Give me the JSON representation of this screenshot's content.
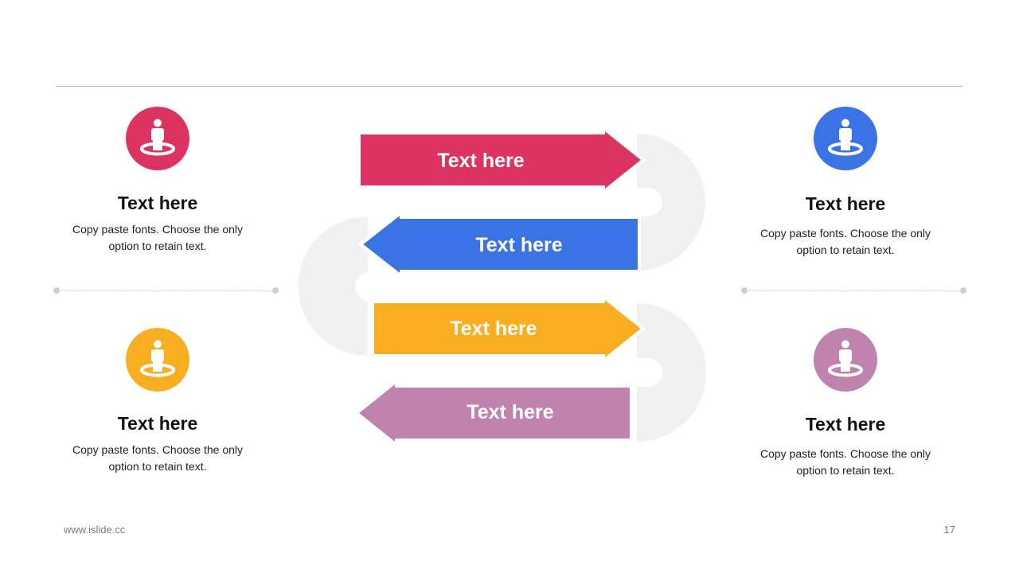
{
  "colors": {
    "red": "#DC3360",
    "blue": "#3A73E4",
    "orange": "#F9AD21",
    "purple": "#BF83AE",
    "track": "#F1F1F1"
  },
  "cards": [
    {
      "title": "Text here",
      "desc_line1": "Copy paste fonts. Choose the only",
      "desc_line2": "option to retain text.",
      "icon": "person-on-ring-icon"
    },
    {
      "title": "Text here",
      "desc_line1": "Copy paste fonts. Choose the only",
      "desc_line2": "option to retain text.",
      "icon": "person-on-ring-icon"
    },
    {
      "title": "Text here",
      "desc_line1": "Copy paste fonts. Choose the only",
      "desc_line2": "option to retain text.",
      "icon": "person-on-ring-icon"
    },
    {
      "title": "Text here",
      "desc_line1": "Copy paste fonts. Choose the only",
      "desc_line2": "option to retain text.",
      "icon": "person-on-ring-icon"
    }
  ],
  "arrows": [
    {
      "label": "Text here",
      "direction": "right"
    },
    {
      "label": "Text here",
      "direction": "left"
    },
    {
      "label": "Text here",
      "direction": "right"
    },
    {
      "label": "Text here",
      "direction": "left"
    }
  ],
  "footer": {
    "website": "www.islide.cc",
    "page_number": "17"
  }
}
